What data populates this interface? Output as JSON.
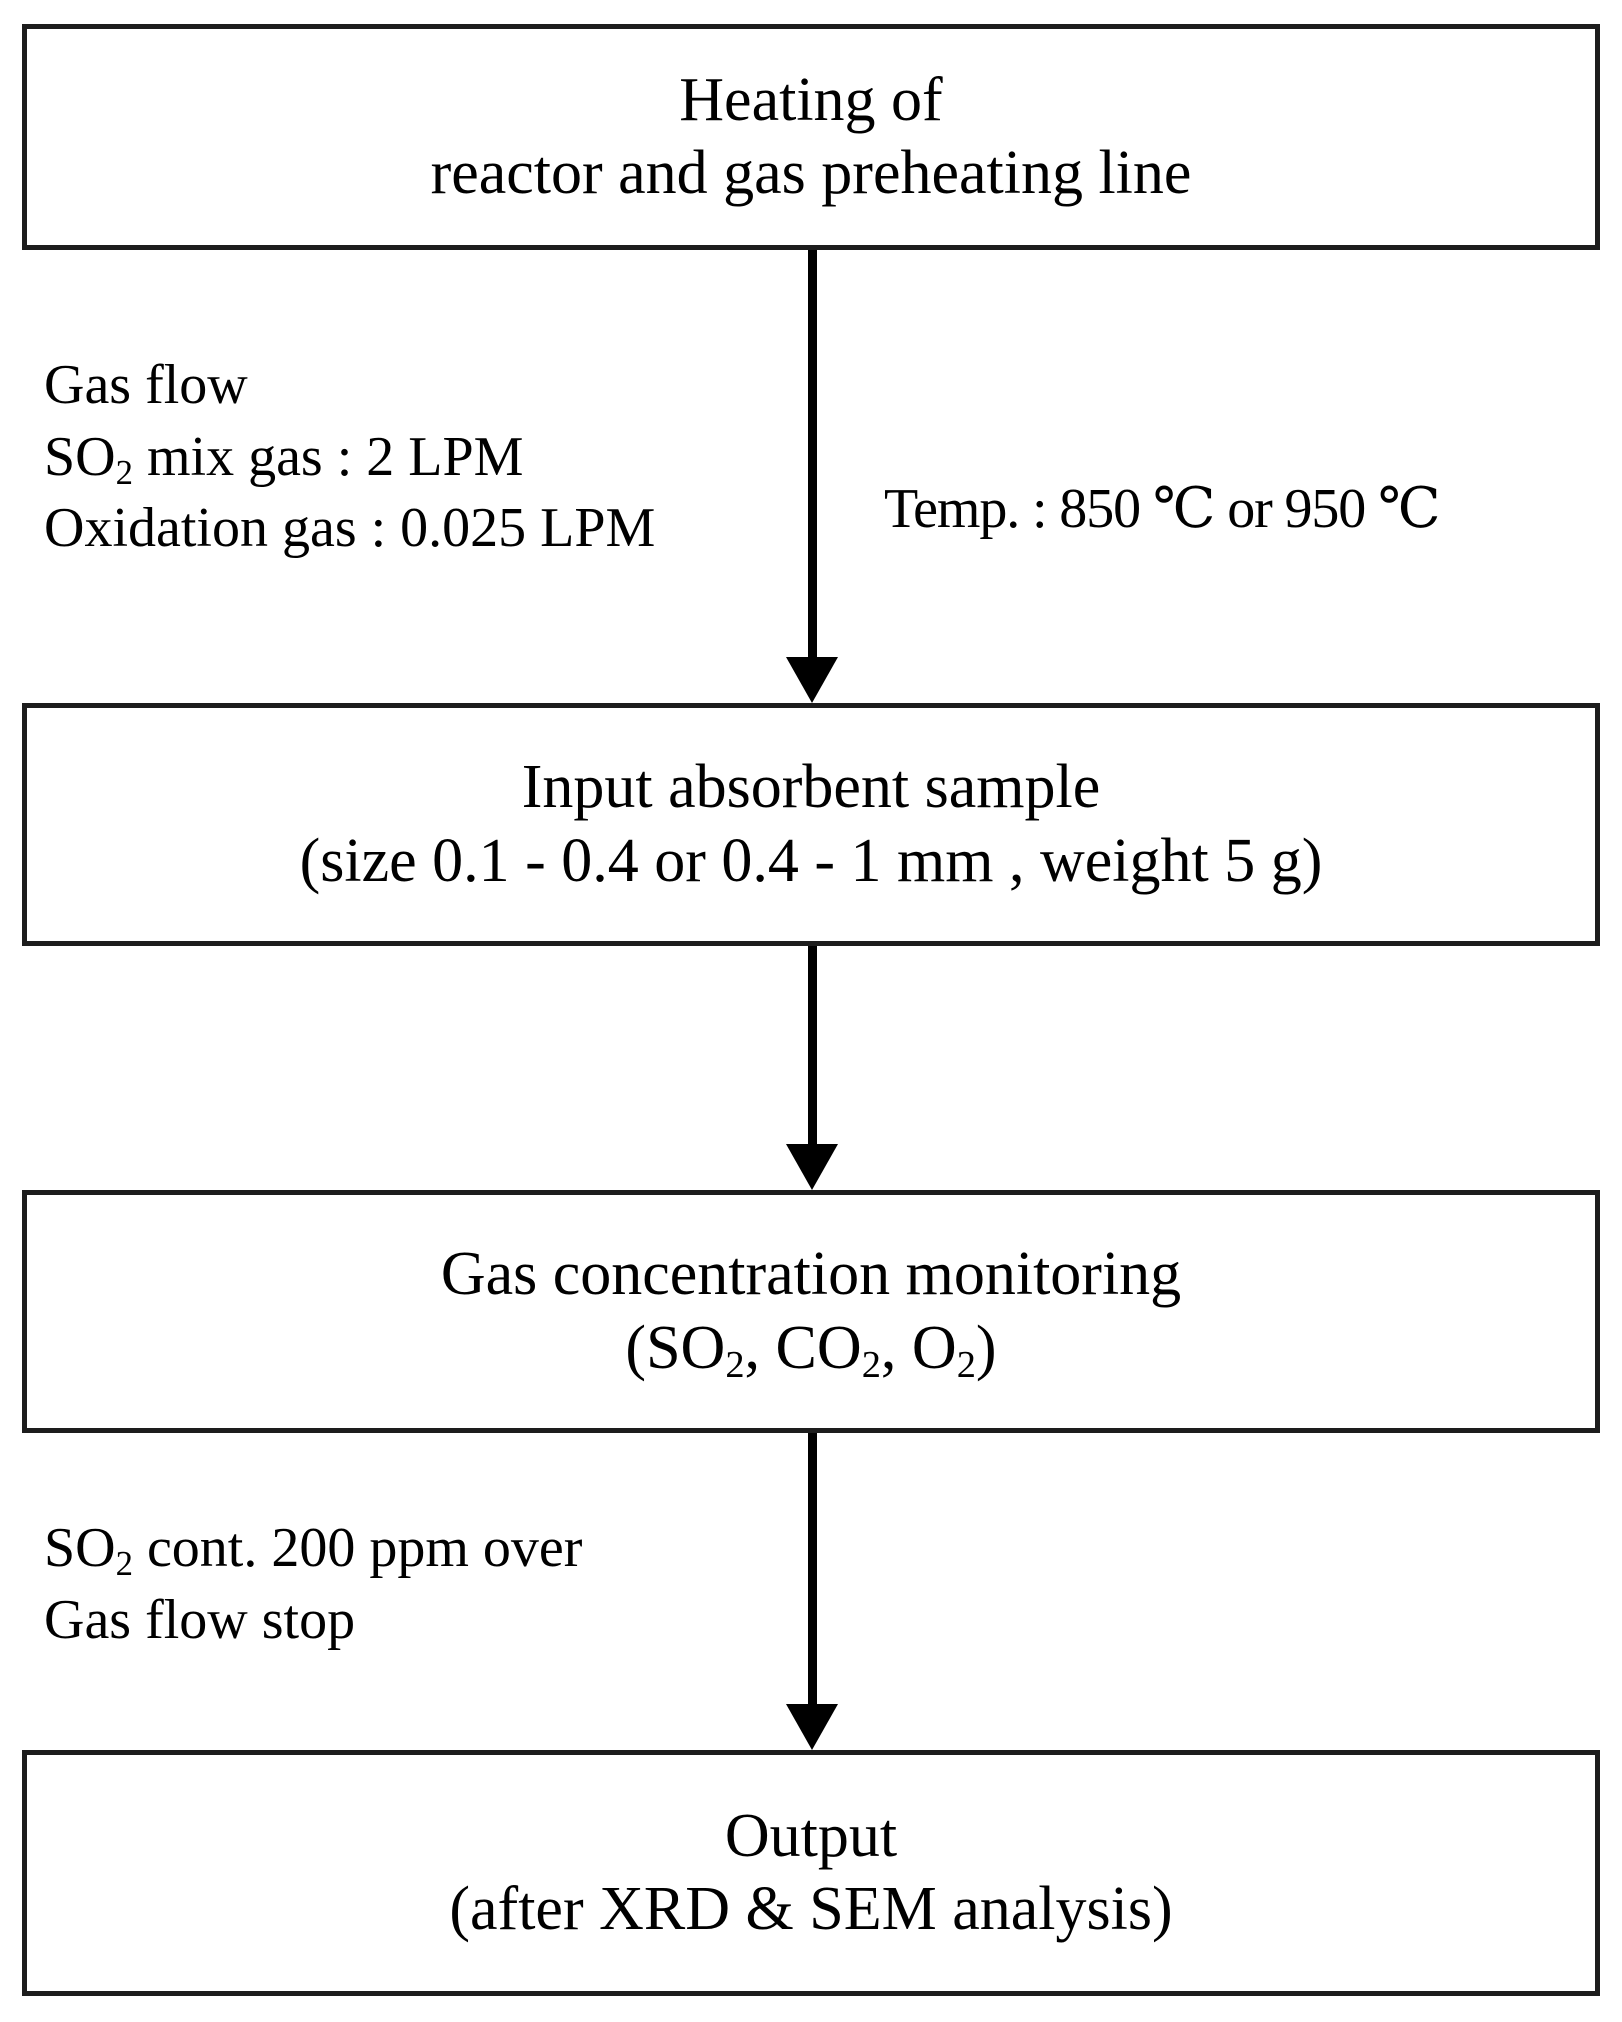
{
  "diagram": {
    "title": "Experimental procedure flowchart",
    "type": "flowchart",
    "orientation": "vertical",
    "colors": {
      "box_border": "#1d1d1d",
      "box_fill": "#ffffff",
      "arrow": "#000000",
      "text": "#000000",
      "background": "#ffffff"
    },
    "nodes": [
      {
        "id": "heating",
        "line1": "Heating of",
        "line2": "reactor and gas preheating line"
      },
      {
        "id": "input",
        "line1": "Input absorbent sample",
        "line2": "(size 0.1 - 0.4 or 0.4 - 1 mm , weight 5 g)"
      },
      {
        "id": "monitor",
        "line1": "Gas concentration monitoring",
        "line2_prefix": "(SO",
        "line2_sub1": "2",
        "line2_mid1": ", CO",
        "line2_sub2": "2",
        "line2_mid2": ", O",
        "line2_sub3": "2",
        "line2_suffix": ")"
      },
      {
        "id": "output",
        "line1": "Output",
        "line2": "(after XRD & SEM analysis)"
      }
    ],
    "annotations": [
      {
        "id": "gas-flow",
        "line1": "Gas flow",
        "line2_prefix": "SO",
        "line2_sub": "2",
        "line2_rest": " mix gas : 2 LPM",
        "line3": "Oxidation gas : 0.025 LPM"
      },
      {
        "id": "temperature",
        "text": "Temp. : 850 ℃ or 950 ℃"
      },
      {
        "id": "so2-stop",
        "line1_prefix": "SO",
        "line1_sub": "2",
        "line1_rest": " cont. 200 ppm over",
        "line2": "Gas flow stop"
      }
    ],
    "arrows": [
      {
        "id": "heating-to-input",
        "from": "heating",
        "to": "input",
        "direction": "down"
      },
      {
        "id": "input-to-monitor",
        "from": "input",
        "to": "monitor",
        "direction": "down"
      },
      {
        "id": "monitor-to-output",
        "from": "monitor",
        "to": "output",
        "direction": "down"
      }
    ]
  }
}
